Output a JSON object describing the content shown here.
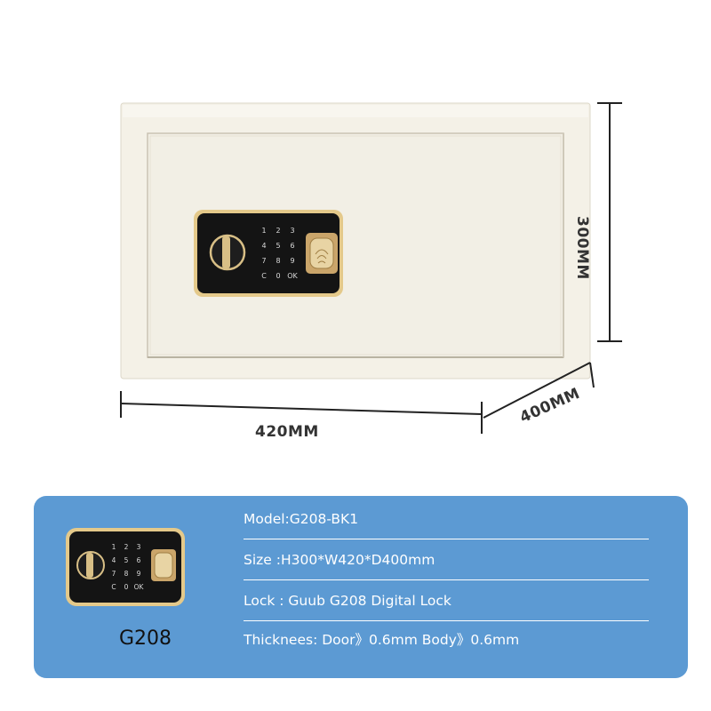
{
  "dimensions": {
    "height": "300MM",
    "width": "420MM",
    "depth": "400MM"
  },
  "lock_panel": {
    "brand": "Guub",
    "keys": [
      "1",
      "2",
      "3",
      "4",
      "5",
      "6",
      "7",
      "8",
      "9",
      "C",
      "0",
      "OK"
    ]
  },
  "info_panel": {
    "model_caption": "G208",
    "specs": {
      "model": "Model:G208-BK1",
      "size": "Size :H300*W420*D400mm",
      "lock": "Lock : Guub G208 Digital Lock",
      "thickness": "Thicknees: Door》0.6mm Body》0.6mm"
    }
  },
  "colors": {
    "panel": "#5c9ad3",
    "safe_body": "#f4f1e7",
    "lock_trim": "#e4c98a",
    "lock_face": "#141414"
  }
}
